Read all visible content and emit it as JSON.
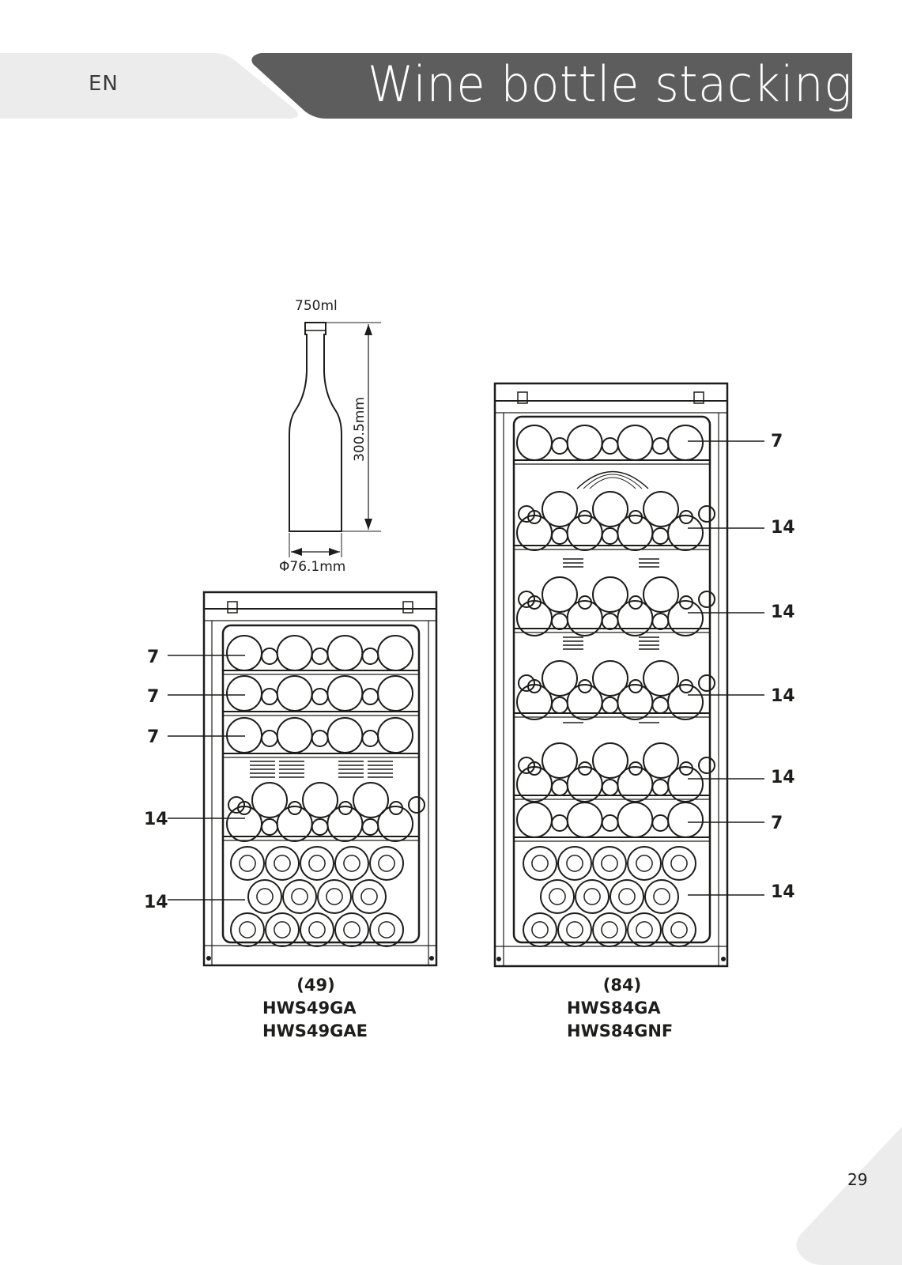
{
  "header": {
    "language": "EN",
    "title": "Wine bottle stacking"
  },
  "bottle": {
    "volume": "750ml",
    "height": "300.5mm",
    "diameter": "Φ76.1mm"
  },
  "cabinets": [
    {
      "capacity": "(49)",
      "models": [
        "HWS49GA",
        "HWS49GAE"
      ],
      "shelf_counts": [
        "7",
        "7",
        "7",
        "14",
        "14"
      ]
    },
    {
      "capacity": "(84)",
      "models": [
        "HWS84GA",
        "HWS84GNF"
      ],
      "shelf_counts": [
        "7",
        "14",
        "14",
        "14",
        "14",
        "7",
        "14"
      ]
    }
  ],
  "footer": {
    "page_number": "29"
  },
  "colors": {
    "header_bar": "#5d5d5d",
    "tab_grey": "#ececec",
    "ink": "#1d1d1b"
  }
}
